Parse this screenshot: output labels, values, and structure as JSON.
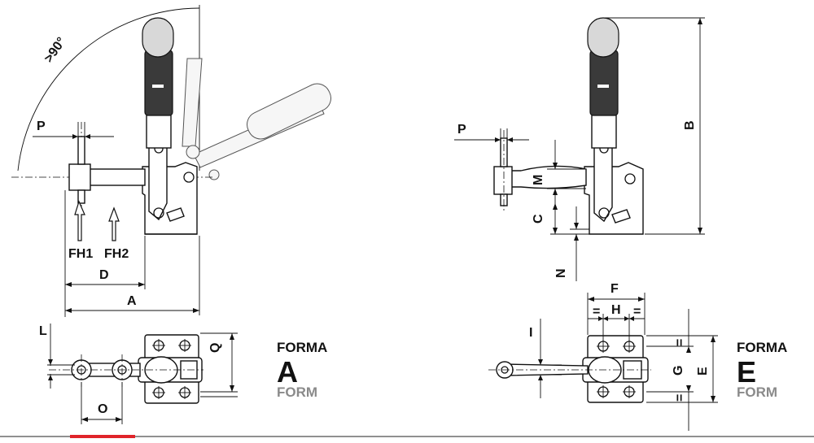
{
  "views": {
    "form_a": {
      "forma_label": "FORMA",
      "letter": "A",
      "form_label": "FORM",
      "angle_label": ">90°",
      "dims": {
        "P": "P",
        "FH1": "FH1",
        "FH2": "FH2",
        "D": "D",
        "A": "A",
        "L": "L",
        "Q": "Q",
        "O": "O"
      }
    },
    "form_e": {
      "forma_label": "FORMA",
      "letter": "E",
      "form_label": "FORM",
      "dims": {
        "P": "P",
        "M": "M",
        "C": "C",
        "N": "N",
        "B": "B",
        "F": "F",
        "H": "H",
        "I": "I",
        "G": "G",
        "E": "E",
        "eq": "="
      }
    }
  },
  "colors": {
    "line": "#111111",
    "handle_dark": "#3a3a3a",
    "form_grey": "#8a8a8a",
    "accent_red": "#e0242a"
  }
}
